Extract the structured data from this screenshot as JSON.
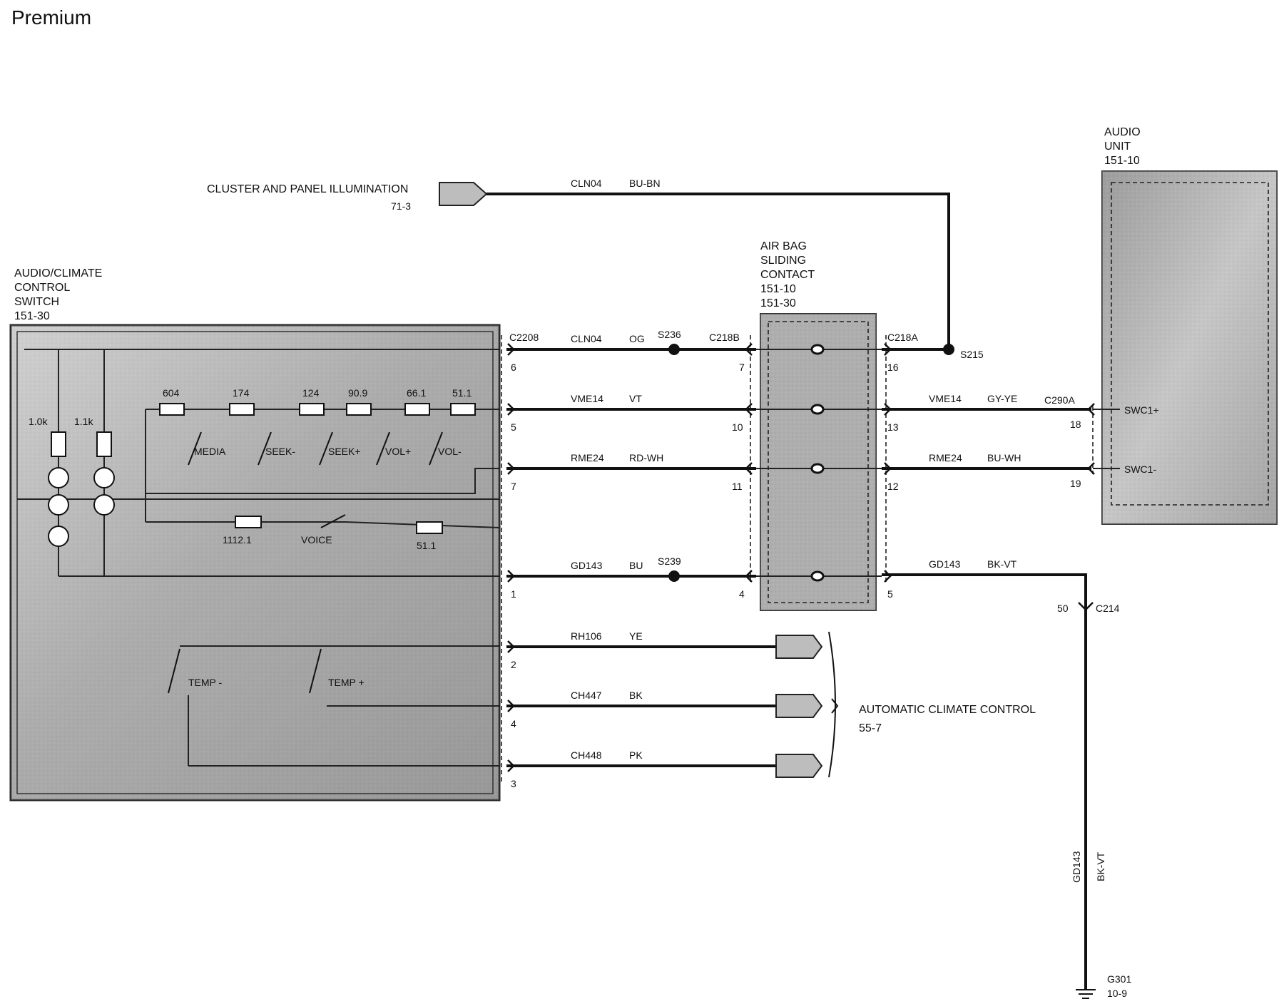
{
  "title": "Premium",
  "components": {
    "cluster": {
      "label": "CLUSTER AND PANEL ILLUMINATION",
      "ref": "71-3"
    },
    "switch": {
      "lines": [
        "AUDIO/CLIMATE",
        "CONTROL",
        "SWITCH",
        "151-30"
      ]
    },
    "airbag": {
      "lines": [
        "AIR BAG",
        "SLIDING",
        "CONTACT",
        "151-10",
        "151-30"
      ]
    },
    "audio": {
      "lines": [
        "AUDIO",
        "UNIT",
        "151-10"
      ]
    },
    "climate": {
      "label": "AUTOMATIC CLIMATE CONTROL",
      "ref": "55-7"
    },
    "ground": {
      "label": "G301",
      "ref": "10-9"
    }
  },
  "connectors": {
    "c2208": "C2208",
    "c218b": "C218B",
    "c218a": "C218A",
    "c290a": "C290A",
    "c214": "C214"
  },
  "splices": {
    "s236": "S236",
    "s215": "S215",
    "s239": "S239"
  },
  "pins": {
    "c2208": [
      "6",
      "5",
      "7",
      "1",
      "2",
      "4",
      "3"
    ],
    "c218b": [
      "7",
      "10",
      "11",
      "4"
    ],
    "c218a": [
      "16",
      "13",
      "12",
      "5"
    ],
    "c290a": [
      "18",
      "19"
    ],
    "c214": "50"
  },
  "wires": {
    "cln04_top": {
      "circuit": "CLN04",
      "color": "BU-BN"
    },
    "cln04": {
      "circuit": "CLN04",
      "color": "OG"
    },
    "vme14_left": {
      "circuit": "VME14",
      "color": "VT"
    },
    "rme24_left": {
      "circuit": "RME24",
      "color": "RD-WH"
    },
    "gd143_left": {
      "circuit": "GD143",
      "color": "BU"
    },
    "vme14_right": {
      "circuit": "VME14",
      "color": "GY-YE"
    },
    "rme24_right": {
      "circuit": "RME24",
      "color": "BU-WH"
    },
    "gd143_right": {
      "circuit": "GD143",
      "color": "BK-VT"
    },
    "rh106": {
      "circuit": "RH106",
      "color": "YE"
    },
    "ch447": {
      "circuit": "CH447",
      "color": "BK"
    },
    "ch448": {
      "circuit": "CH448",
      "color": "PK"
    },
    "gd143_vert": {
      "circuit": "GD143",
      "color": "BK-VT"
    }
  },
  "switch_internals": {
    "resistors": [
      "604",
      "174",
      "124",
      "90.9",
      "66.1",
      "51.1"
    ],
    "lamp_resistors": [
      "1.0k",
      "1.1k"
    ],
    "switches": [
      "MEDIA",
      "SEEK-",
      "SEEK+",
      "VOL+",
      "VOL-",
      "VOICE",
      "TEMP -",
      "TEMP +"
    ],
    "voice_resistors": [
      "1112.1",
      "51.1"
    ]
  },
  "audio_pins": [
    "SWC1+",
    "SWC1-"
  ]
}
